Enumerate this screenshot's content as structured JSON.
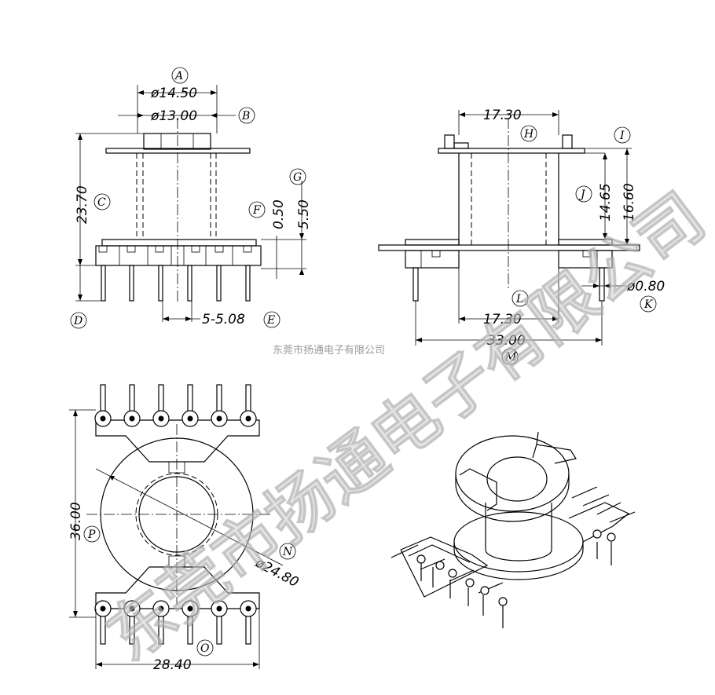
{
  "dimensions": {
    "d1": "ø14.50",
    "d2": "ø13.00",
    "d3": "23.70",
    "d4": "0.50",
    "d5": "5.50",
    "d6": "5-5.08",
    "d7": "17.30",
    "d8": "14.65",
    "d9": "16.60",
    "d10": "ø0.80",
    "d11": "17.30",
    "d12": "33.00",
    "d13": "36.00",
    "d14": "ø24.80",
    "d15": "28.40"
  },
  "callouts": {
    "A": "A",
    "B": "B",
    "C": "C",
    "D": "D",
    "E": "E",
    "F": "F",
    "G": "G",
    "H": "H",
    "I": "I",
    "J": "J",
    "K": "K",
    "L": "L",
    "M": "M",
    "N": "N",
    "O": "O",
    "P": "P"
  },
  "watermark": {
    "large": "东莞市扬通电子有限公司",
    "small": "东莞市扬通电子有限公司"
  },
  "colors": {
    "line": "#000000",
    "watermark": "#cfcfcf"
  }
}
